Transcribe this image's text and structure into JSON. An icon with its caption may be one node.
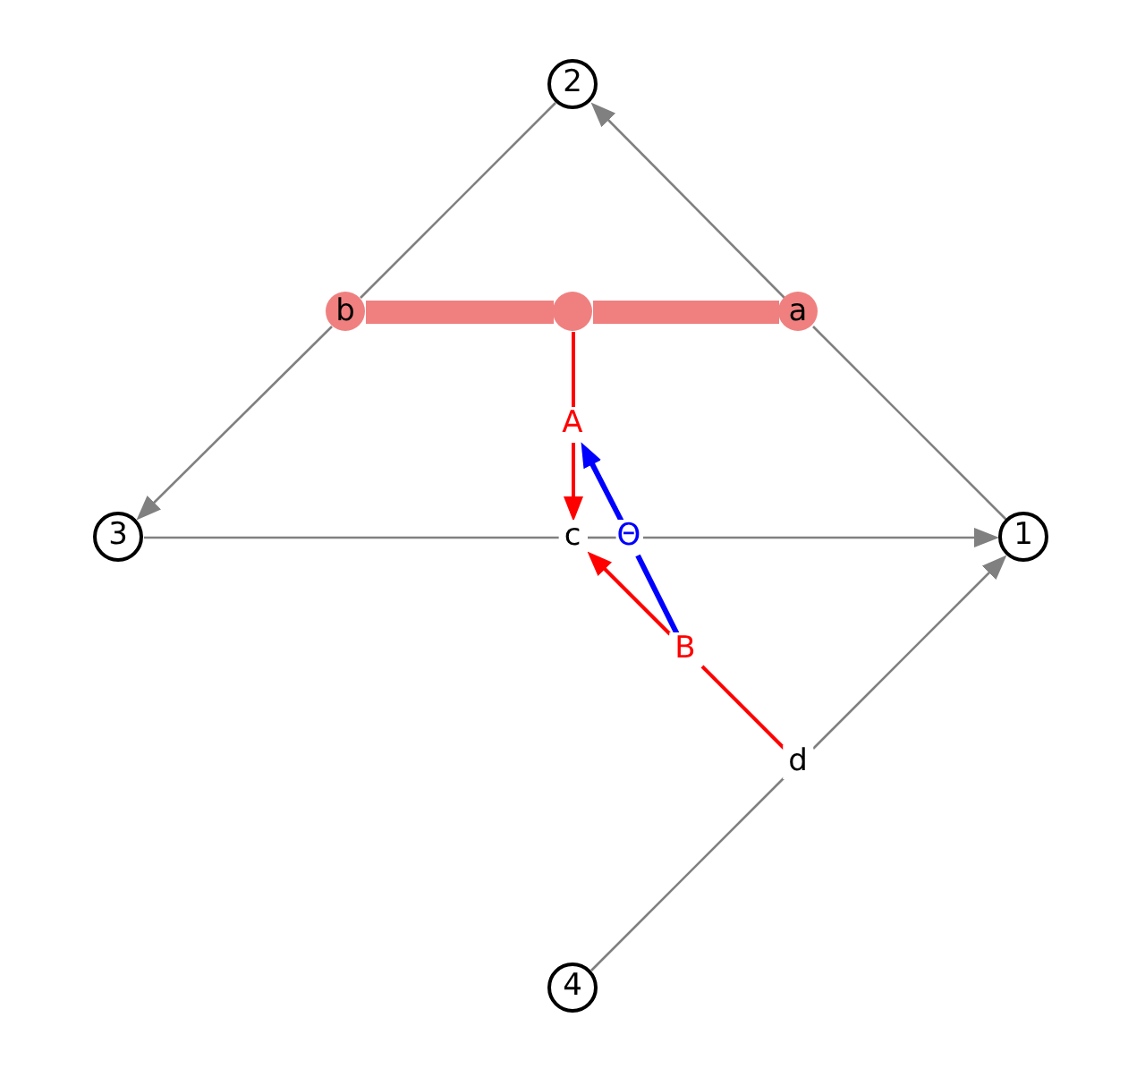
{
  "diagram": {
    "nodes": [
      {
        "text": [
          "2"
        ]
      },
      {
        "text": [
          "b"
        ]
      },
      {
        "text": [],
        "shape": "circle"
      },
      {
        "text": [
          "a"
        ]
      },
      {
        "text": [
          "A"
        ]
      },
      {
        "text": [
          "3"
        ]
      },
      {
        "text": [
          "c"
        ]
      },
      {
        "text": [
          "Θ"
        ]
      },
      {
        "text": [
          "1"
        ]
      },
      {
        "text": [
          "B"
        ]
      },
      {
        "text": [
          "d"
        ]
      },
      {
        "text": [
          "4"
        ]
      }
    ],
    "edges": [
      {
        "from": 8,
        "to": 3,
        "arrow": "none"
      },
      {
        "from": 3,
        "to": 0,
        "arrow": "to"
      },
      {
        "from": 0,
        "to": 1,
        "arrow": "none"
      },
      {
        "from": 1,
        "to": 5,
        "arrow": "to"
      },
      {
        "from": 5,
        "to": 6,
        "arrow": "none"
      },
      {
        "from": 6,
        "to": 7,
        "arrow": "none"
      },
      {
        "from": 7,
        "to": 8,
        "arrow": "to"
      },
      {
        "from": 11,
        "to": 10,
        "arrow": "none"
      },
      {
        "from": 10,
        "to": 8,
        "arrow": "to"
      },
      {
        "from": 1,
        "to": 2,
        "arrow": "none",
        "style": "thick",
        "color": "#f08080"
      },
      {
        "from": 2,
        "to": 3,
        "arrow": "none",
        "style": "thick",
        "color": "#f08080"
      },
      {
        "from": 2,
        "to": 4,
        "arrow": "none",
        "color": "#ff0000"
      },
      {
        "from": 4,
        "to": 6,
        "arrow": "to",
        "color": "#ff0000"
      },
      {
        "from": 10,
        "to": 9,
        "arrow": "none",
        "color": "#ff0000"
      },
      {
        "from": 9,
        "to": 6,
        "arrow": "to",
        "color": "#ff0000"
      },
      {
        "from": 9,
        "to": 7,
        "arrow": "none",
        "style": "thick",
        "color": "#0000ff"
      },
      {
        "from": 7,
        "to": 4,
        "arrow": "to",
        "style": "thick",
        "color": "#0000ff"
      }
    ]
  }
}
